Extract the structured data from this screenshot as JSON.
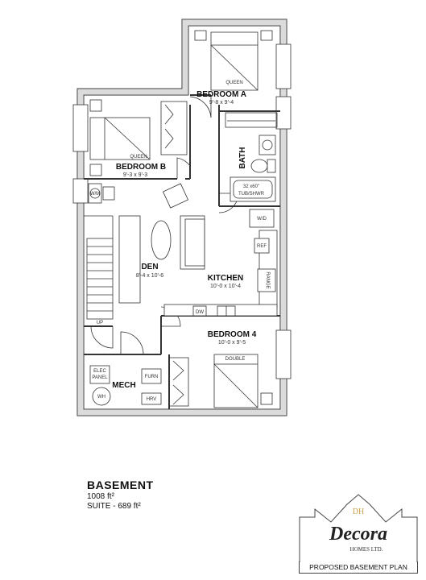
{
  "rooms": {
    "bedroom_a": {
      "name": "BEDROOM A",
      "dims": "9'-8 x 9'-4",
      "bed": "QUEEN"
    },
    "bedroom_b": {
      "name": "BEDROOM B",
      "dims": "9'-3 x 9'-3",
      "bed": "QUEEN"
    },
    "bath": {
      "name": "BATH",
      "tub": "32 x60\"",
      "tub2": "TUB/SHWR"
    },
    "den": {
      "name": "DEN",
      "dims": "8'-4 x 10'-6"
    },
    "kitchen": {
      "name": "KITCHEN",
      "dims": "10'-0 x 10'-4"
    },
    "bedroom_4": {
      "name": "BEDROOM 4",
      "dims": "10'-0 x 9'-5",
      "bed": "DOUBLE"
    },
    "mech": {
      "name": "MECH"
    }
  },
  "fixtures": {
    "wd": "W/D",
    "ref": "REF",
    "range": "RANGE",
    "dw": "DW",
    "up": "UP",
    "elec": "ELEC",
    "panel": "PANEL",
    "furn": "FURN",
    "wh": "WH",
    "hrv": "HRV",
    "wm_left": "W/M"
  },
  "legend": {
    "title": "BASEMENT",
    "area": "1008 ft²",
    "suite": "SUITE - 689 ft²"
  },
  "logo": {
    "monogram": "DH",
    "brand": "Decora",
    "sub": "HOMES LTD.",
    "plan_name": "PROPOSED BASEMENT PLAN"
  }
}
